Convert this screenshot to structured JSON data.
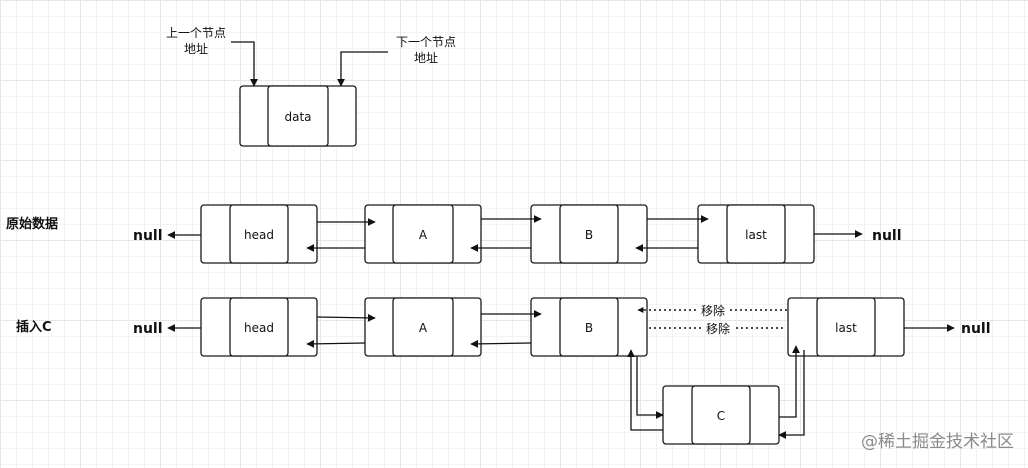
{
  "legend": {
    "prev_line1": "上一个节点",
    "prev_line2": "地址",
    "next_line1": "下一个节点",
    "next_line2": "地址",
    "node_data": "data"
  },
  "rows": {
    "original": "原始数据",
    "insert": "插入C"
  },
  "nodes": {
    "r1_head": "head",
    "r1_a": "A",
    "r1_b": "B",
    "r1_last": "last",
    "r2_head": "head",
    "r2_a": "A",
    "r2_b": "B",
    "r2_last": "last",
    "r2_c": "C"
  },
  "null_text": {
    "r1_left": "null",
    "r1_right": "null",
    "r2_left": "null",
    "r2_right": "null"
  },
  "removal": {
    "top": "移除",
    "bottom": "移除"
  },
  "watermark": "@稀土掘金技术社区"
}
